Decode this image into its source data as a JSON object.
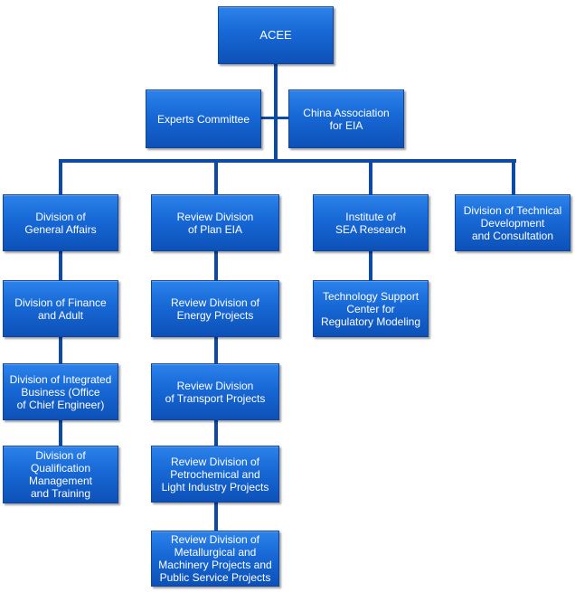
{
  "org_chart": {
    "root": {
      "label": "ACEE"
    },
    "staff": [
      {
        "id": "experts",
        "label": "Experts Committee"
      },
      {
        "id": "assoc",
        "label": "China Association\nfor EIA"
      }
    ],
    "columns": [
      {
        "head": "Division of\nGeneral Affairs",
        "children": [
          "Division of Finance\nand Adult",
          "Division of Integrated\nBusiness (Office\nof Chief Engineer)",
          "Division of\nQualification\nManagement\nand Training"
        ]
      },
      {
        "head": "Review Division\nof Plan EIA",
        "children": [
          "Review Division of\nEnergy Projects",
          "Review Division\nof Transport Projects",
          "Review Division of\nPetrochemical and\nLight Industry Projects",
          "Review Division of\nMetallurgical and\nMachinery Projects and\nPublic Service Projects"
        ]
      },
      {
        "head": "Institute of\nSEA Research",
        "children": [
          "Technology Support\nCenter for\nRegulatory Modeling"
        ]
      },
      {
        "head": "Division of Technical\nDevelopment\nand Consultation",
        "children": []
      }
    ],
    "colors": {
      "box": "#1768d6",
      "box_border": "#0b46a3",
      "connector": "#0d4aa6",
      "text": "#ffffff"
    }
  }
}
